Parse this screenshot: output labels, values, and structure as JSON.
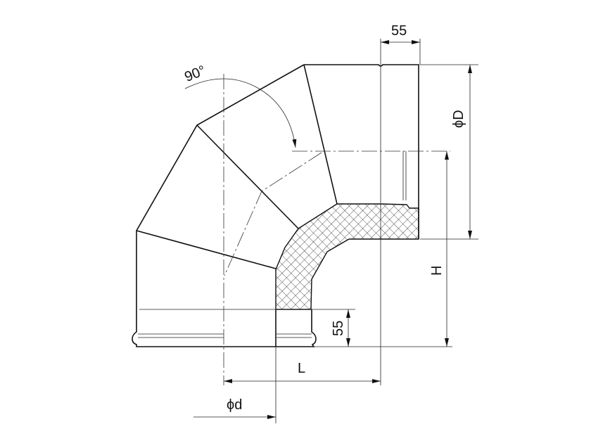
{
  "drawing": {
    "angle_label": "90°",
    "top_socket_label": "55",
    "outer_diameter_label": "ϕD",
    "height_label": "H",
    "bottom_socket_label": "55",
    "length_label": "L",
    "inner_diameter_label": "ϕd"
  }
}
